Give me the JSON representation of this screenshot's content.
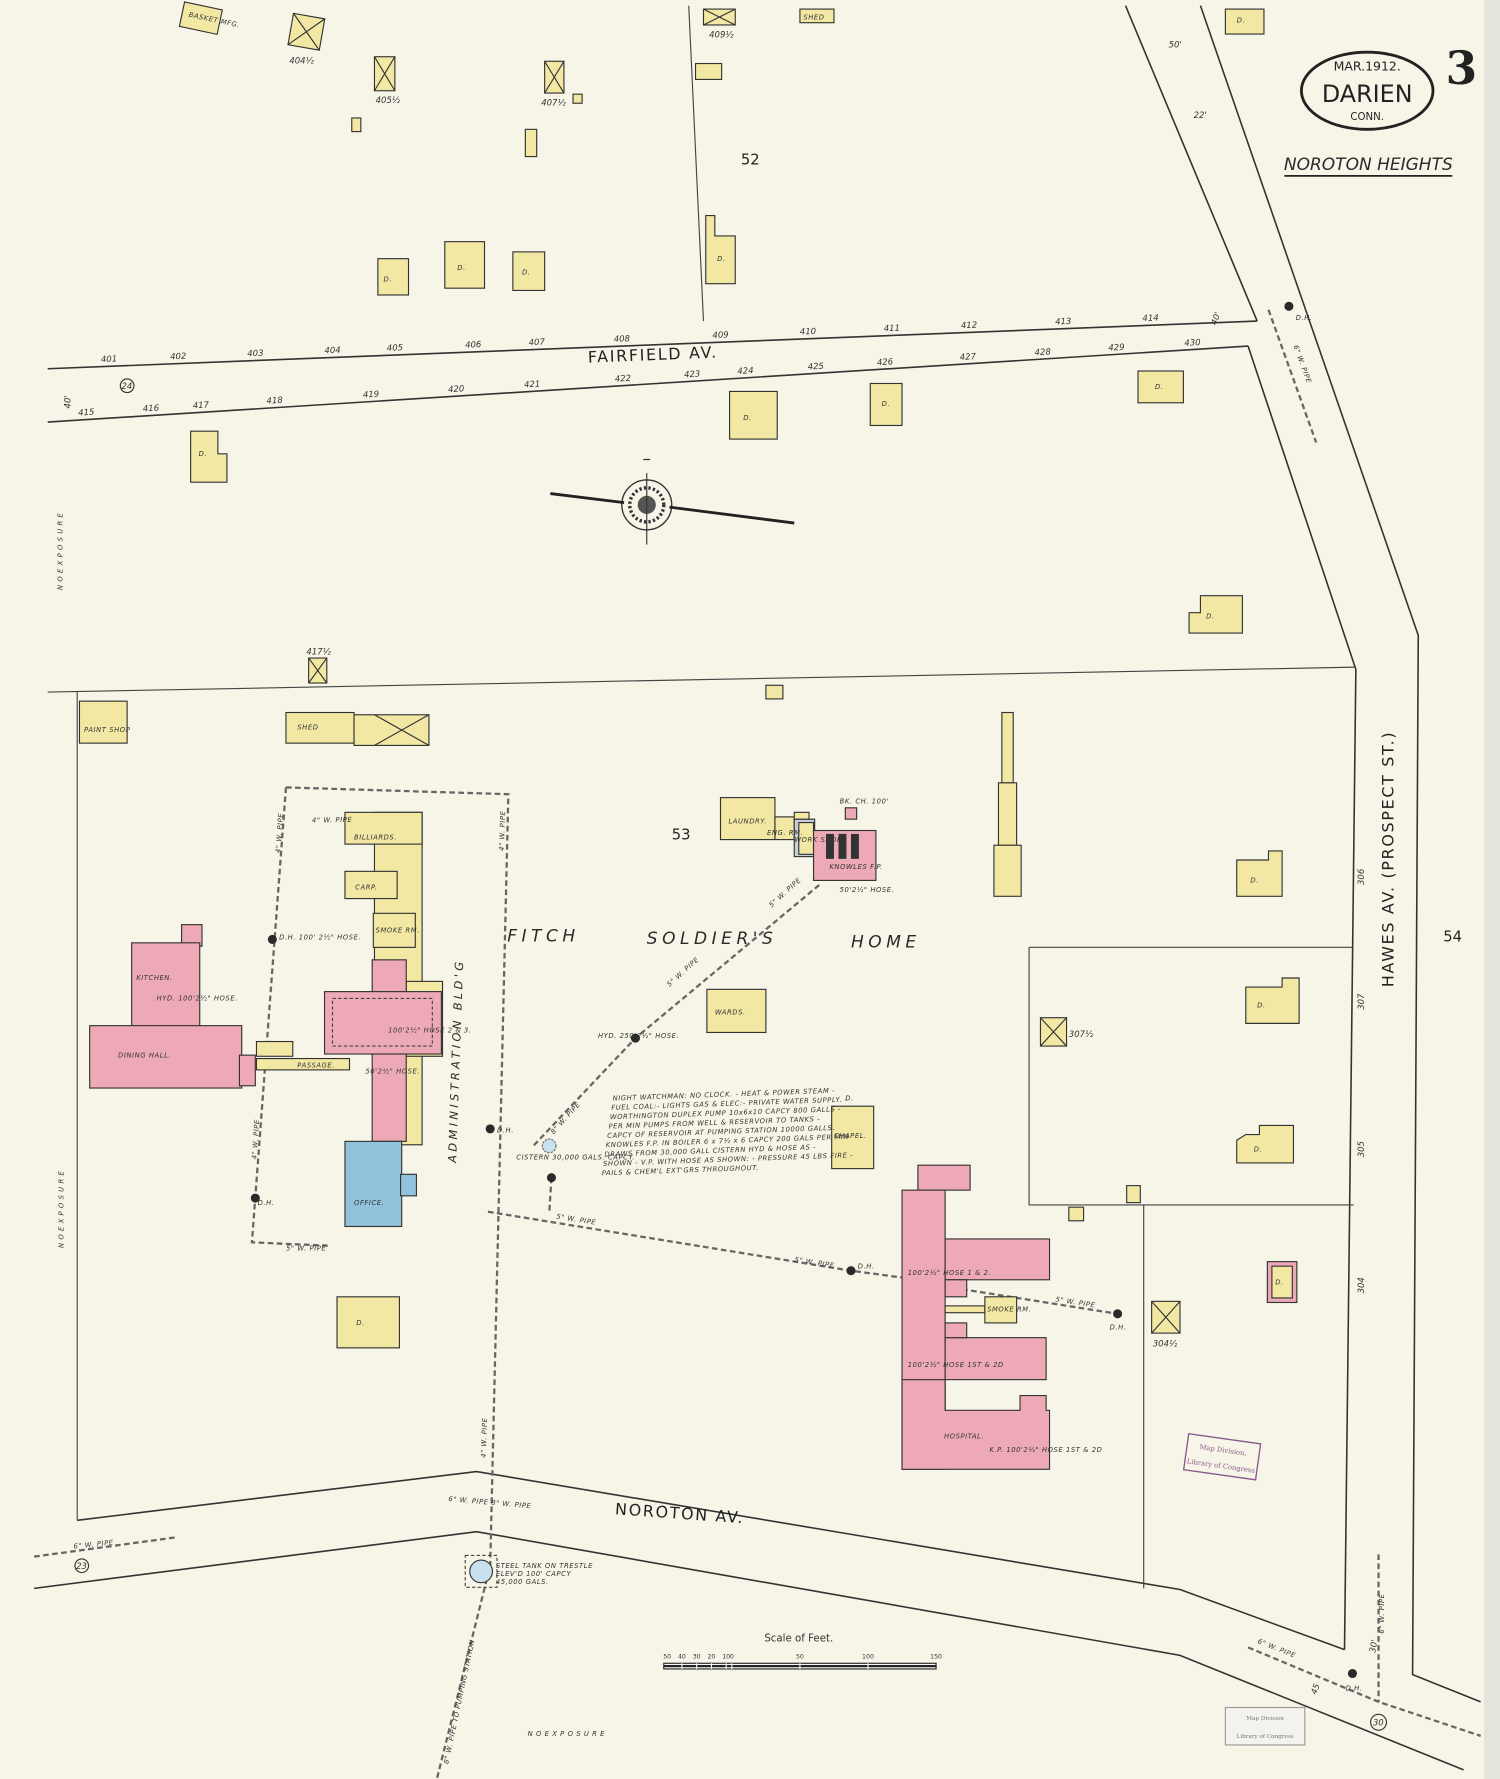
{
  "title_block": {
    "date": "MAR.1912.",
    "town": "DARIEN",
    "state": "CONN.",
    "sheet_number": "3",
    "locality": "NOROTON HEIGHTS"
  },
  "streets": {
    "fairfield": "FAIRFIELD AV.",
    "noroton": "NOROTON AV.",
    "hawes": "HAWES AV. (PROSPECT ST.)",
    "no_exposure_left": "N O E X P O S U R E",
    "no_exposure_bottom": "N O E X P O S U R E",
    "no_exposure_topleft": "N O E X P O S U R E"
  },
  "blocks": {
    "b52": "52",
    "b53": "53",
    "b54": "54"
  },
  "institution": {
    "fitch": "FITCH",
    "soldiers": "SOLDIER'S",
    "home": "HOME",
    "admin": "ADMINISTRATION BLD'G"
  },
  "lots": {
    "fairfield_north": [
      "401",
      "402",
      "403",
      "404",
      "405",
      "406",
      "407",
      "408",
      "409",
      "410",
      "411",
      "412",
      "413",
      "414"
    ],
    "fairfield_south": [
      "415",
      "416",
      "417",
      "418",
      "419",
      "420",
      "421",
      "422",
      "423",
      "424",
      "425",
      "426",
      "427",
      "428",
      "429",
      "430"
    ],
    "half_lots": {
      "l404h": "404½",
      "l405h": "405½",
      "l407h": "407½",
      "l409h": "409½",
      "l417h": "417½",
      "l307h": "307½",
      "l304h": "304½"
    },
    "hawes": [
      "306",
      "307",
      "305",
      "304"
    ]
  },
  "buildings": {
    "basket": "BASKET MFG.",
    "dwelling": "D.",
    "shed": "SHED",
    "paint_shop": "PAINT SHOP",
    "kitchen": "KITCHEN.",
    "dining_hall": "DINING HALL.",
    "passage": "PASSAGE.",
    "billiards": "BILLIARDS.",
    "carp": "CARP.",
    "smoke_rm": "SMOKE RM.",
    "office": "OFFICE.",
    "laundry": "LAUNDRY.",
    "eng_rm": "ENG. RM.",
    "work_shop": "WORK SHOP",
    "knowles": "KNOWLES F.P.",
    "bk_ch": "BK. CH. 100'",
    "wards": "WARDS.",
    "chapel": "CHAPEL.",
    "hospital": "HOSPITAL.",
    "smoke_rm2": "SMOKE RM."
  },
  "annotations": {
    "dh": "D.H.",
    "dh_hose": "D.H. 100' 2½\" HOSE.",
    "hose_kitchen": "HYD. 100'2½\" HOSE.",
    "hose_admin": "100'2½\" HOSE 2 & 3.",
    "hose_50": "50'2½\" HOSE.",
    "hose_knowles": "50'2½\" HOSE.",
    "hose_hosp1": "100'2½\" HOSE 1 & 2.",
    "hose_hosp2": "100'2½\" HOSE 1ST & 2D",
    "hose_hosp3": "K.P. 100'2½\" HOSE 1ST & 2D",
    "hyd_note": "HYD. 250'2½\" HOSE.",
    "cistern": "CISTERN 30,000 GALS. CAPCY.",
    "steel_tank": [
      "STEEL TANK ON TRESTLE",
      "ELEV'D 100' CAPCY",
      "45,000 GALS."
    ],
    "pipe_4": "4\" W. PIPE",
    "pipe_5": "5\" W. PIPE",
    "pipe_6": "6\" W. PIPE",
    "pipe_8": "8\" W. PIPE",
    "pipe_noroton": "6\" W. PIPE  8\" W. PIPE",
    "pipe_to_station": "8\" W. PIPE TO PUMPING STATION",
    "dim_50": "50'",
    "dim_22": "22'",
    "dim_40": "40'",
    "dim_30": "30'",
    "circ_24": "24",
    "circ_23": "23",
    "circ_30": "30",
    "dim_45": "45",
    "fire_note": [
      "NIGHT WATCHMAN: NO CLOCK. - HEAT & POWER STEAM -",
      "FUEL COAL:- LIGHTS GAS & ELEC:- PRIVATE WATER SUPPLY. -",
      "WORTHINGTON DUPLEX PUMP 10x6x10 CAPCY 800 GALLS -",
      "PER MIN PUMPS FROM WELL & RESERVOIR TO TANKS -",
      "CAPCY OF RESERVOIR AT PUMPING STATION 10000 GALLS.",
      "KNOWLES F.P. IN BOILER 6 x 7½ x 6 CAPCY 200 GALS PER MIN",
      "DRAWS FROM 30,000 GALL CISTERN HYD & HOSE AS -",
      "SHOWN - V.P. WITH HOSE AS SHOWN: - PRESSURE 45 LBS FIRE -",
      "PAILS & CHEM'L EXT'GRS THROUGHOUT."
    ]
  },
  "scale": {
    "title": "Scale of Feet.",
    "ticks": [
      "50",
      "40",
      "30",
      "20",
      "10",
      "0",
      "50",
      "100",
      "150"
    ]
  },
  "stamps": {
    "stamp1_line1": "Map Division,",
    "stamp1_line2": "Library of Congress",
    "stamp2_line1": "Map Division",
    "stamp2_line2": "Library of Congress"
  },
  "colors": {
    "paper": "#f7f5e7",
    "frame_yellow": "#f2e8a4",
    "brick_pink": "#eda9b6",
    "stone_blue": "#92c3dd",
    "special_grey": "#c8ced6",
    "stamp_purple": "#8a5a8e"
  }
}
